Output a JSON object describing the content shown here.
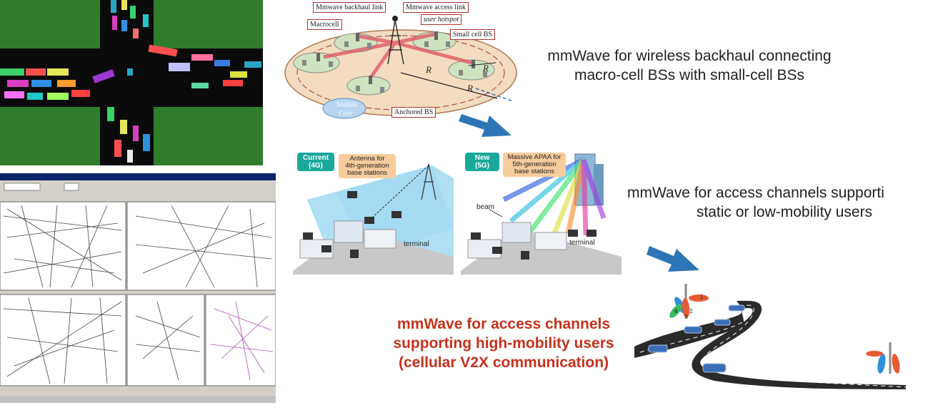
{
  "captions": {
    "backhaul_line1": "mmWave for wireless backhaul connecting",
    "backhaul_line2": "macro-cell BSs with small-cell BSs",
    "access_line1": "mmWave for access channels supporti",
    "access_line2": "static or low-mobility users",
    "highmob_line1": "mmWave for access channels",
    "highmob_line2": "supporting high-mobility users",
    "highmob_line3": "(cellular V2X communication)"
  },
  "network_diagram": {
    "labels": {
      "backhaul_link": "Mmwave backhaul link",
      "access_link": "Mmwave access link",
      "user_hotspot": "user hotspot",
      "macrocell": "Macrocell",
      "small_cell_bs": "Small cell BS",
      "anchored_bs": "Anchored BS",
      "mobile_core_1": "Mobile",
      "mobile_core_2": "Core",
      "r1": "R",
      "r2": "R",
      "r3": "R"
    }
  },
  "generation_panels": {
    "current_tag_1": "Current",
    "current_tag_2": "(4G)",
    "current_callout_1": "Antenna for",
    "current_callout_2": "4th-generation",
    "current_callout_3": "base stations",
    "new_tag_1": "New",
    "new_tag_2": "(5G)",
    "new_callout_1": "Massive APAA for",
    "new_callout_2": "5th-generation",
    "new_callout_3": "base stations",
    "terminal_left": "terminal",
    "terminal_right": "terminal",
    "beam": "beam"
  },
  "road_panel": {
    "beam_numbers": [
      "1",
      "2",
      "3",
      "4"
    ]
  },
  "colors": {
    "grass": "#2f7d2a",
    "road": "#111111",
    "arrow": "#2e75b6",
    "red_caption": "#c8311c",
    "disk": "#f3dcc0"
  }
}
